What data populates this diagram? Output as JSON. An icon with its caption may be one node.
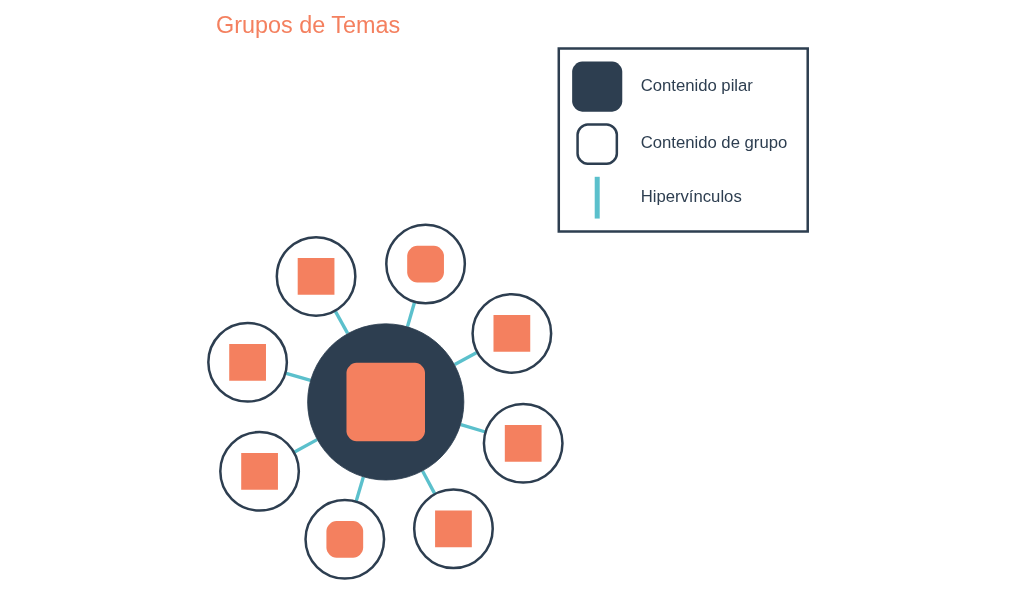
{
  "diagram": {
    "title": "Grupos de Temas",
    "nodes": [
      {
        "text": [],
        "shape": "circle"
      },
      {
        "text": [],
        "shape": "circle"
      },
      {
        "text": [],
        "shape": "circle"
      },
      {
        "text": [],
        "shape": "circle"
      },
      {
        "text": [],
        "shape": "circle"
      },
      {
        "text": [],
        "shape": "circle"
      },
      {
        "text": [],
        "shape": "circle"
      },
      {
        "text": [],
        "shape": "circle"
      },
      {
        "text": [],
        "shape": "circle"
      }
    ],
    "edges": [
      {
        "from": 4,
        "to": 0,
        "arrow": "none"
      },
      {
        "from": 4,
        "to": 1,
        "arrow": "none"
      },
      {
        "from": 4,
        "to": 2,
        "arrow": "none"
      },
      {
        "from": 4,
        "to": 3,
        "arrow": "none"
      },
      {
        "from": 4,
        "to": 5,
        "arrow": "none"
      },
      {
        "from": 4,
        "to": 6,
        "arrow": "none"
      },
      {
        "from": 4,
        "to": 7,
        "arrow": "none"
      },
      {
        "from": 4,
        "to": 8,
        "arrow": "none"
      }
    ],
    "legend": [
      {
        "text": "Contenido pilar"
      },
      {
        "text": "Contenido de grupo"
      },
      {
        "text": "Hipervínculos"
      }
    ]
  }
}
